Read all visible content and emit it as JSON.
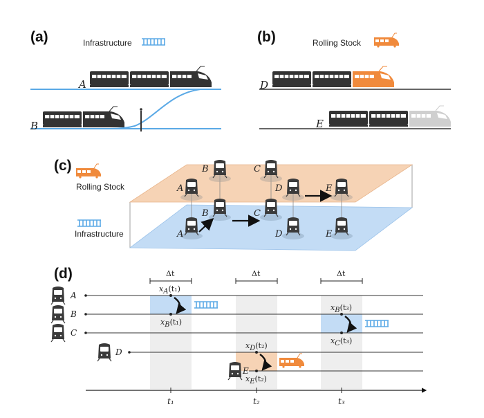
{
  "panels": {
    "a": {
      "label": "(a)",
      "legend": "Infrastructure",
      "track_labels": [
        "A",
        "B"
      ]
    },
    "b": {
      "label": "(b)",
      "legend": "Rolling Stock",
      "track_labels": [
        "D",
        "E"
      ]
    },
    "c": {
      "label": "(c)",
      "legend_top": "Rolling Stock",
      "legend_bottom": "Infrastructure",
      "top_layer_nodes": [
        "A",
        "B",
        "C",
        "D",
        "E"
      ],
      "bottom_layer_nodes": [
        "A",
        "B",
        "C",
        "D",
        "E"
      ]
    },
    "d": {
      "label": "(d)",
      "rows": [
        "A",
        "B",
        "C",
        "D",
        "E"
      ],
      "delta": [
        "Δt",
        "Δt",
        "Δt"
      ],
      "ticks": [
        "t₁",
        "t₂",
        "t₃"
      ],
      "annotations": {
        "xA_t1": "x",
        "xA_t1_sub": "A",
        "xA_t1_arg": "(t₁)",
        "xB_t1": "x",
        "xB_t1_sub": "B",
        "xB_t1_arg": "(t₁)",
        "xD_t2": "x",
        "xD_t2_sub": "D",
        "xD_t2_arg": "(t₂)",
        "xE_t2": "x",
        "xE_t2_sub": "E",
        "xE_t2_arg": "(t₂)",
        "xB_t3": "x",
        "xB_t3_sub": "B",
        "xB_t3_arg": "(t₃)",
        "xC_t3": "x",
        "xC_t3_sub": "C",
        "xC_t3_arg": "(t₃)"
      }
    }
  },
  "colors": {
    "infrastructure": "#5aa9e6",
    "infrastructure_fill": "#c3dcf5",
    "rolling_stock": "#f08a3c",
    "rolling_stock_fill": "#f6d3b5",
    "train": "#333333",
    "train_faded": "#cfcfcf",
    "time_band": "#eeeeee"
  },
  "icons": [
    "train-icon",
    "locomotive-icon",
    "track-icon",
    "front-train-icon"
  ]
}
